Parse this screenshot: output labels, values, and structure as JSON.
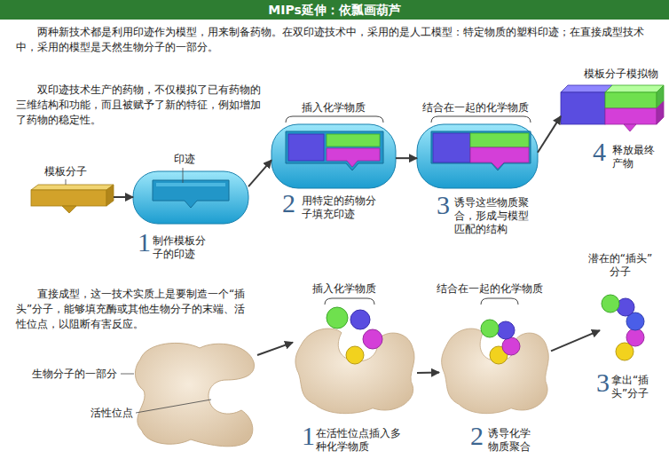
{
  "diagram": {
    "title": "MIPs延伸：依瓢画葫芦",
    "nodes": [
      {
        "text": [
          "模板分子"
        ]
      },
      {
        "text": [
          "印迹",
          "1",
          "制作模板分子的印迹"
        ]
      },
      {
        "text": [
          "插入化学物质",
          "2",
          "用特定的药物分子填充印迹"
        ]
      },
      {
        "text": [
          "结合在一起的化学物质",
          "3",
          "诱导这些物质聚合，形成与模型匹配的结构"
        ]
      },
      {
        "text": [
          "模板分子模拟物",
          "4",
          "释放最终产物"
        ]
      },
      {
        "text": [
          "生物分子的一部分",
          "活性位点"
        ]
      },
      {
        "text": [
          "插入化学物质",
          "1",
          "在活性位点插入多种化学物质"
        ]
      },
      {
        "text": [
          "结合在一起的化学物质",
          "2",
          "诱导化学物质聚合"
        ]
      },
      {
        "text": [
          "潜在的“插头”分子",
          "3",
          "拿出“插头”分子"
        ]
      }
    ],
    "edges": [
      {
        "from": 0,
        "to": 1,
        "arrow": "to"
      },
      {
        "from": 1,
        "to": 2,
        "arrow": "to"
      },
      {
        "from": 2,
        "to": 3,
        "arrow": "to"
      },
      {
        "from": 3,
        "to": 4,
        "arrow": "to"
      },
      {
        "from": 5,
        "to": 6,
        "arrow": "to"
      },
      {
        "from": 6,
        "to": 7,
        "arrow": "to"
      },
      {
        "from": 7,
        "to": 8,
        "arrow": "to"
      }
    ],
    "labels": [
      "两种新技术都是利用印迹作为模型，用来制备药物。在双印迹技术中，采用的是人工模型：特定物质的塑料印迹；在直接成型技术中，采用的模型是天然生物分子的一部分。",
      "双印迹技术生产的药物，不仅模拟了已有药物的三维结构和功能，而且被赋予了新的特征，例如增加了药物的稳定性。",
      "直接成型，这一技术实质上是要制造一个“插头”分子，能够填充酶或其他生物分子的末端、活性位点，以阻断有害反应。"
    ]
  }
}
